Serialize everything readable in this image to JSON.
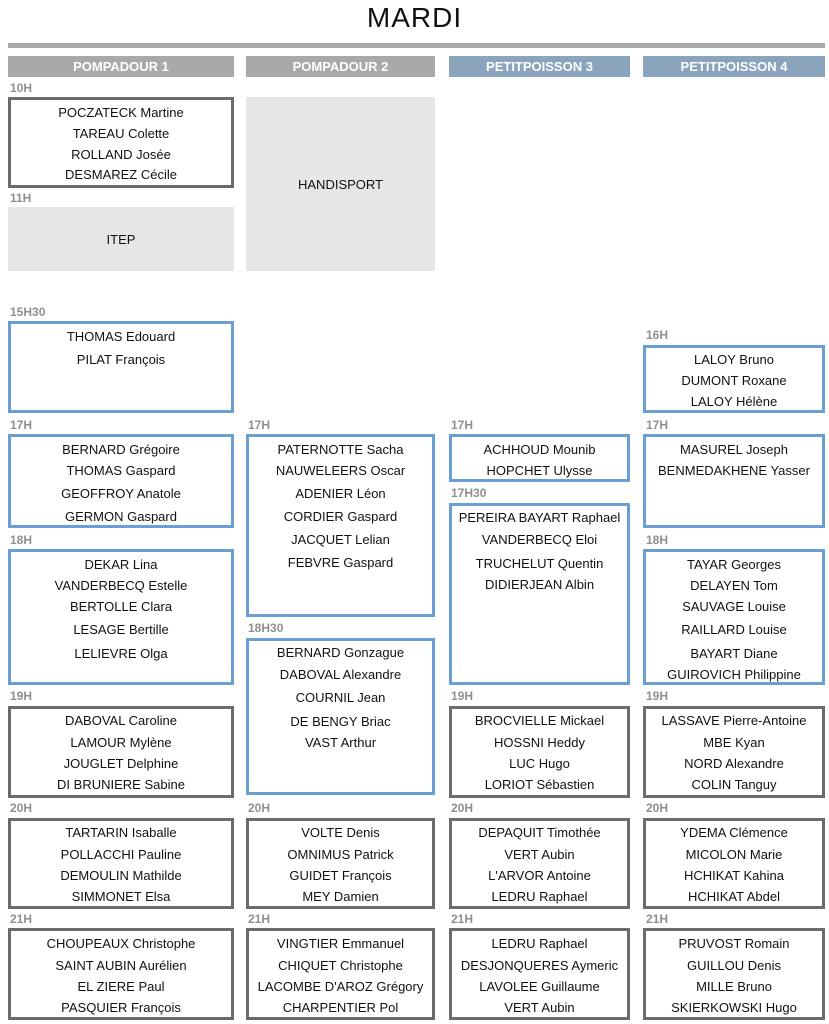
{
  "title": "MARDI",
  "columns": [
    {
      "label": "POMPADOUR 1",
      "color": "#a9a9a9"
    },
    {
      "label": "POMPADOUR 2",
      "color": "#a9a9a9"
    },
    {
      "label": "PETITPOISSON 3",
      "color": "#8aa4be"
    },
    {
      "label": "PETITPOISSON 4",
      "color": "#8aa4be"
    }
  ],
  "slots": {
    "c1": {
      "t10": "10H",
      "g10": [
        "POCZATECK Martine",
        "TAREAU Colette",
        "ROLLAND Josée",
        "DESMAREZ Cécile"
      ],
      "t11": "11H",
      "itep": "ITEP",
      "t1530": "15H30",
      "g1530": [
        "THOMAS Edouard",
        "PILAT François"
      ],
      "t17": "17H",
      "g17": [
        "BERNARD Grégoire",
        "THOMAS Gaspard",
        "GEOFFROY Anatole",
        "GERMON Gaspard"
      ],
      "t18": "18H",
      "g18": [
        "DEKAR Lina",
        "VANDERBECQ Estelle",
        "BERTOLLE Clara",
        "LESAGE Bertille",
        "LELIEVRE Olga"
      ],
      "t19": "19H",
      "g19": [
        "DABOVAL Caroline",
        "LAMOUR Mylène",
        "JOUGLET Delphine",
        "DI BRUNIERE Sabine"
      ],
      "t20": "20H",
      "g20": [
        "TARTARIN Isaballe",
        "POLLACCHI Pauline",
        "DEMOULIN Mathilde",
        "SIMMONET Elsa"
      ],
      "t21": "21H",
      "g21": [
        "CHOUPEAUX Christophe",
        "SAINT AUBIN Aurélien",
        "EL ZIERE Paul",
        "PASQUIER François"
      ]
    },
    "c2": {
      "handisport": "HANDISPORT",
      "t17": "17H",
      "g17": [
        "PATERNOTTE Sacha",
        "NAUWELEERS Oscar",
        "ADENIER Léon",
        "CORDIER Gaspard",
        "JACQUET Lelian",
        "FEBVRE Gaspard"
      ],
      "t1830": "18H30",
      "g1830": [
        "BERNARD Gonzague",
        "DABOVAL Alexandre",
        "COURNIL Jean",
        "DE BENGY Briac",
        "VAST Arthur"
      ],
      "t20": "20H",
      "g20": [
        "VOLTE Denis",
        "OMNIMUS Patrick",
        "GUIDET François",
        "MEY Damien"
      ],
      "t21": "21H",
      "g21": [
        "VINGTIER Emmanuel",
        "CHIQUET Christophe",
        "LACOMBE D'AROZ Grégory",
        "CHARPENTIER Pol"
      ]
    },
    "c3": {
      "t17": "17H",
      "g17": [
        "ACHHOUD Mounib",
        "HOPCHET Ulysse"
      ],
      "t1730": "17H30",
      "g1730": [
        "PEREIRA BAYART Raphael",
        "VANDERBECQ Eloi",
        "TRUCHELUT Quentin",
        "DIDIERJEAN Albin"
      ],
      "t19": "19H",
      "g19": [
        "BROCVIELLE Mickael",
        "HOSSNI Heddy",
        "LUC Hugo",
        "LORIOT Sébastien"
      ],
      "t20": "20H",
      "g20": [
        "DEPAQUIT Timothée",
        "VERT Aubin",
        "L'ARVOR Antoine",
        "LEDRU Raphael"
      ],
      "t21": "21H",
      "g21": [
        "LEDRU Raphael",
        "DESJONQUERES Aymeric",
        "LAVOLEE Guillaume",
        "VERT Aubin"
      ]
    },
    "c4": {
      "t16": "16H",
      "g16": [
        "LALOY Bruno",
        "DUMONT Roxane",
        "LALOY Hélène"
      ],
      "t17": "17H",
      "g17": [
        "MASUREL Joseph",
        "BENMEDAKHENE Yasser"
      ],
      "t18": "18H",
      "g18": [
        "TAYAR Georges",
        "DELAYEN Tom",
        "SAUVAGE Louise",
        "RAILLARD Louise",
        "BAYART Diane",
        "GUIROVICH Philippine"
      ],
      "t19": "19H",
      "g19": [
        "LASSAVE Pierre-Antoine",
        "MBE Kyan",
        "NORD Alexandre",
        "COLIN Tanguy"
      ],
      "t20": "20H",
      "g20": [
        "YDEMA Clémence",
        "MICOLON Marie",
        "HCHIKAT Kahina",
        "HCHIKAT Abdel"
      ],
      "t21": "21H",
      "g21": [
        "PRUVOST Romain",
        "GUILLOU Denis",
        "MILLE Bruno",
        "SKIERKOWSKI Hugo"
      ]
    }
  }
}
